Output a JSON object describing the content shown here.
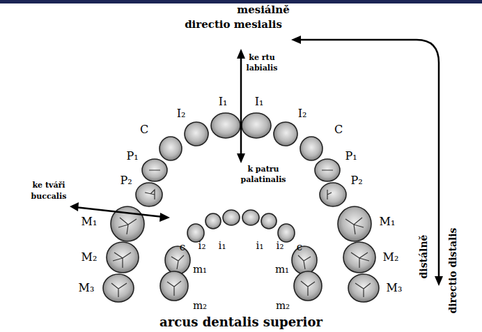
{
  "diagram": {
    "caption": "arcus dentalis superior",
    "labels": [
      "mesiálně",
      "directio mesialis",
      "ke rtu",
      "labialis",
      "I₁",
      "I₁",
      "I₂",
      "I₂",
      "C",
      "C",
      "P₁",
      "P₁",
      "k patru",
      "palatinalis",
      "ke tváři",
      "buccalis",
      "P₂",
      "P₂",
      "M₁",
      "M₁",
      "c",
      "i₂",
      "i₁",
      "i₁",
      "i₂",
      "c",
      "m₁",
      "m₁",
      "M₂",
      "M₂",
      "distálně",
      "directio distalis",
      "M₃",
      "M₃",
      "m₂",
      "m₂"
    ]
  }
}
